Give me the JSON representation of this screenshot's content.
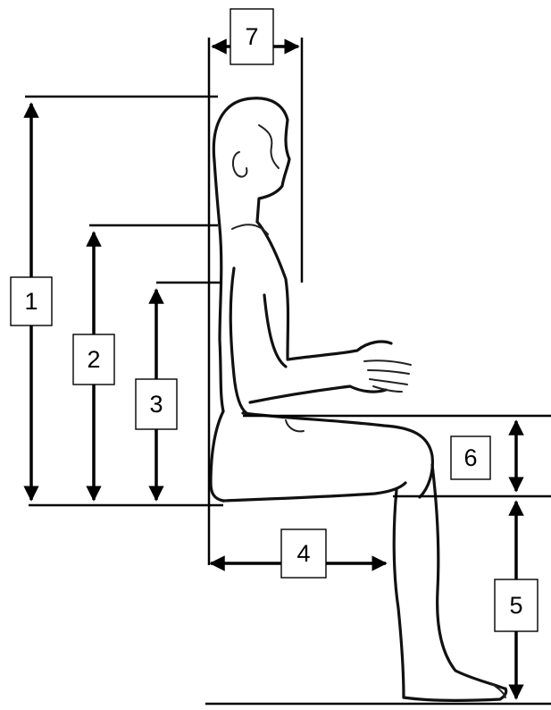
{
  "measurements": [
    {
      "id": "1",
      "label": "1"
    },
    {
      "id": "2",
      "label": "2"
    },
    {
      "id": "3",
      "label": "3"
    },
    {
      "id": "4",
      "label": "4"
    },
    {
      "id": "5",
      "label": "5"
    },
    {
      "id": "6",
      "label": "6"
    },
    {
      "id": "7",
      "label": "7"
    }
  ],
  "colors": {
    "line": "#000000",
    "background": "#ffffff"
  }
}
